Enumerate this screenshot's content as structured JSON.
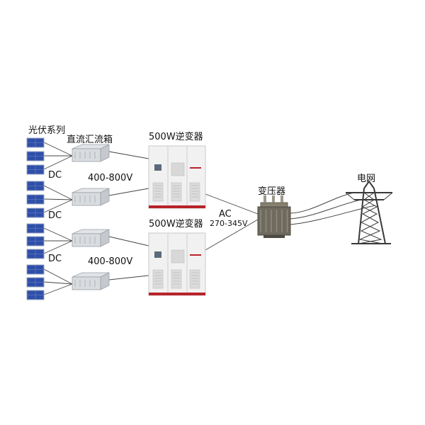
{
  "labels": {
    "pv_array": "光伏系列",
    "combiner_box": "直流汇流箱",
    "dc": "DC",
    "dc_voltage": "400-800V",
    "inverter": "500W逆变器",
    "ac": "AC",
    "ac_voltage": "270-345V",
    "transformer": "变压器",
    "grid": "电网"
  },
  "colors": {
    "panel": "#2f4fa8",
    "panel_frame": "#9aa6bf",
    "line": "#444444",
    "cabinet": "#f1f1f1",
    "cabinet_accent": "#b8232a",
    "tower": "#3a3a3a",
    "transformer": "#6f6a5e"
  },
  "icons": {
    "pv_panel": "solar-panel-icon",
    "combiner": "combiner-box-icon",
    "inverter": "inverter-cabinet-icon",
    "transformer": "transformer-icon",
    "tower": "transmission-tower-icon"
  }
}
